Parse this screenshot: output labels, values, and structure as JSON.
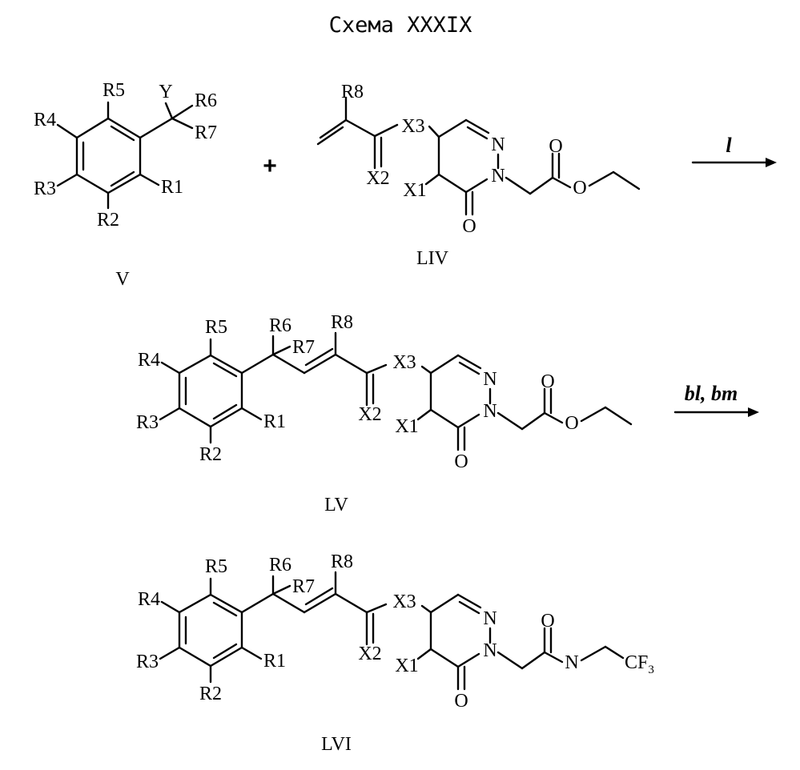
{
  "scheme_title": "Схема XXXIX",
  "plus_sign": "+",
  "reagents": {
    "step1": "l",
    "step2": "bl, bm"
  },
  "compounds": [
    {
      "id": "V"
    },
    {
      "id": "LIV"
    },
    {
      "id": "LV"
    },
    {
      "id": "LVI"
    }
  ],
  "atoms": {
    "R1": "R1",
    "R2": "R2",
    "R3": "R3",
    "R4": "R4",
    "R5": "R5",
    "R6": "R6",
    "R7": "R7",
    "R8": "R8",
    "Y": "Y",
    "X1": "X1",
    "X2": "X2",
    "X3": "X3",
    "N": "N",
    "O": "O",
    "CF": "CF",
    "F_sub": "3"
  }
}
